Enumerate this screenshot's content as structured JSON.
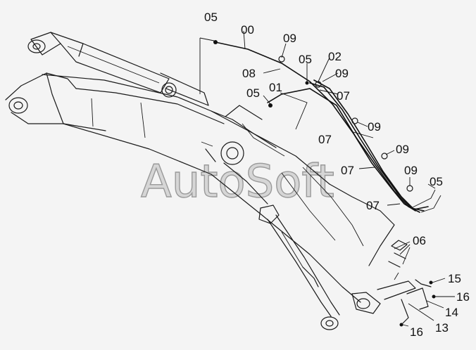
{
  "watermark": "AutoSoft",
  "callouts": [
    {
      "id": "c-05-top",
      "text": "05"
    },
    {
      "id": "c-00",
      "text": "00"
    },
    {
      "id": "c-09-a",
      "text": "09"
    },
    {
      "id": "c-05-mid",
      "text": "05"
    },
    {
      "id": "c-02",
      "text": "02"
    },
    {
      "id": "c-08",
      "text": "08"
    },
    {
      "id": "c-09-b",
      "text": "09"
    },
    {
      "id": "c-05-left",
      "text": "05"
    },
    {
      "id": "c-01",
      "text": "01"
    },
    {
      "id": "c-07-a",
      "text": "07"
    },
    {
      "id": "c-09-c",
      "text": "09"
    },
    {
      "id": "c-07-b",
      "text": "07"
    },
    {
      "id": "c-09-d",
      "text": "09"
    },
    {
      "id": "c-07-c",
      "text": "07"
    },
    {
      "id": "c-09-e",
      "text": "09"
    },
    {
      "id": "c-05-right",
      "text": "05"
    },
    {
      "id": "c-07-d",
      "text": "07"
    },
    {
      "id": "c-06",
      "text": "06"
    },
    {
      "id": "c-15",
      "text": "15"
    },
    {
      "id": "c-16-a",
      "text": "16"
    },
    {
      "id": "c-14",
      "text": "14"
    },
    {
      "id": "c-16-b",
      "text": "16"
    },
    {
      "id": "c-13",
      "text": "13"
    }
  ]
}
